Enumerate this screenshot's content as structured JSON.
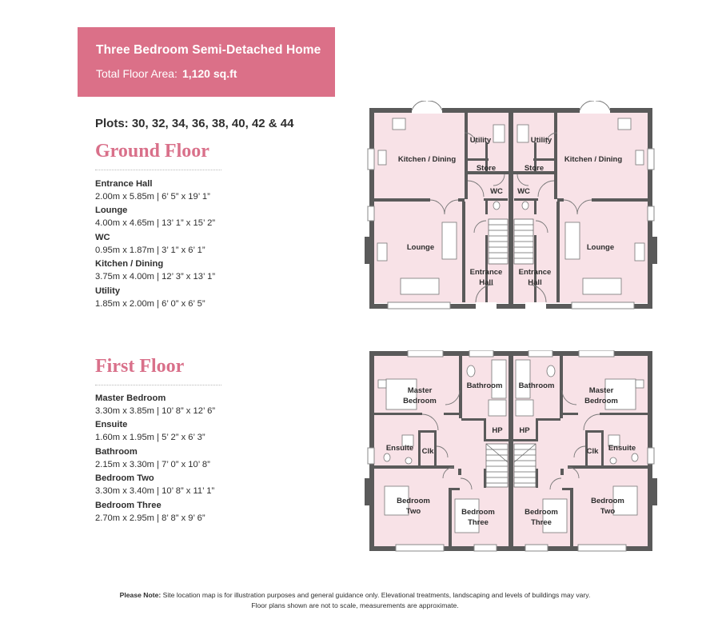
{
  "header": {
    "title": "Three Bedroom Semi-Detached Home",
    "area_label": "Total Floor Area:",
    "area_value": "1,120 sq.ft"
  },
  "plots": "Plots: 30, 32, 34, 36, 38, 40, 42 & 44",
  "ground_floor": {
    "heading": "Ground Floor",
    "rooms": [
      {
        "name": "Entrance Hall",
        "dims": "2.00m x 5.85m | 6’ 5” x 19’ 1”"
      },
      {
        "name": "Lounge",
        "dims": "4.00m x 4.65m | 13’ 1” x 15’ 2”"
      },
      {
        "name": "WC",
        "dims": "0.95m x 1.87m | 3’ 1” x 6’ 1”"
      },
      {
        "name": "Kitchen / Dining",
        "dims": "3.75m x 4.00m | 12’ 3” x 13’ 1”"
      },
      {
        "name": "Utility",
        "dims": "1.85m x 2.00m | 6’ 0” x 6’ 5”"
      }
    ],
    "plan_labels": {
      "kitchen": "Kitchen / Dining",
      "utility": "Utility",
      "store": "Store",
      "wc": "WC",
      "lounge": "Lounge",
      "entrance_1": "Entrance",
      "entrance_2": "Hall"
    }
  },
  "first_floor": {
    "heading": "First Floor",
    "rooms": [
      {
        "name": "Master Bedroom",
        "dims": "3.30m x 3.85m | 10’ 8” x 12’ 6”"
      },
      {
        "name": "Ensuite",
        "dims": "1.60m x 1.95m | 5’ 2” x 6’ 3”"
      },
      {
        "name": "Bathroom",
        "dims": "2.15m x 3.30m | 7’ 0” x 10’ 8”"
      },
      {
        "name": "Bedroom Two",
        "dims": "3.30m x 3.40m | 10’ 8” x 11’ 1”"
      },
      {
        "name": "Bedroom Three",
        "dims": "2.70m x 2.95m | 8’ 8” x 9’ 6”"
      }
    ],
    "plan_labels": {
      "master_1": "Master",
      "master_2": "Bedroom",
      "bathroom": "Bathroom",
      "hp": "HP",
      "ensuite": "Ensuite",
      "clk": "Clk",
      "bed2_1": "Bedroom",
      "bed2_2": "Two",
      "bed3_1": "Bedroom",
      "bed3_2": "Three"
    }
  },
  "note": {
    "label": "Please Note:",
    "line1": "Site location map is for illustration purposes and general guidance only.  Elevational treatments, landscaping and levels of buildings may vary.",
    "line2": "Floor plans shown are not to scale, measurements are approximate."
  },
  "colors": {
    "accent": "#db7088",
    "heading": "#d9708a",
    "room_fill": "#f8e2e7",
    "wall": "#5a5a5a"
  }
}
